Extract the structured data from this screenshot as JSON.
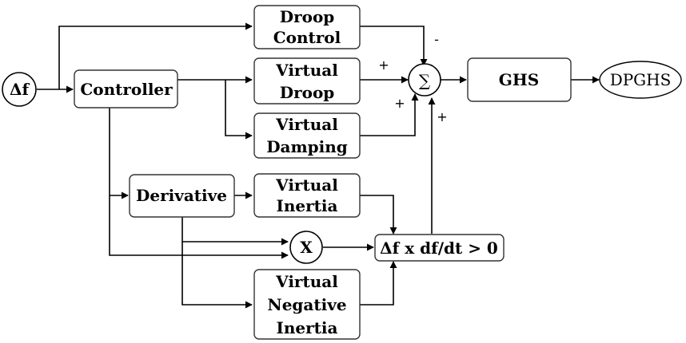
{
  "input": "Δf",
  "output": "DPGHS",
  "blocks": {
    "controller": "Controller",
    "droop_control": [
      "Droop",
      "Control"
    ],
    "virtual_droop": [
      "Virtual",
      "Droop"
    ],
    "virtual_damping": [
      "Virtual",
      "Damping"
    ],
    "derivative": "Derivative",
    "virtual_inertia": [
      "Virtual",
      "Inertia"
    ],
    "virtual_negative_inertia": [
      "Virtual",
      "Negative",
      "Inertia"
    ],
    "ghs": "GHS",
    "condition": "Δf x df/dt > 0"
  },
  "operators": {
    "sum": "∑",
    "multiply": "X"
  },
  "signs": {
    "droop_control": "-",
    "virtual_droop": "+",
    "virtual_damping": "+",
    "inertia_path": "+"
  }
}
